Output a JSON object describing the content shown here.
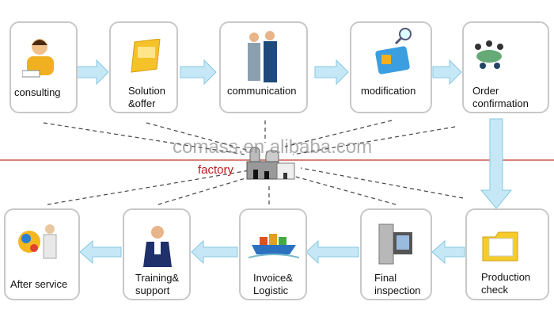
{
  "steps_top": [
    {
      "label": "consulting",
      "icon": "operator-headset-icon"
    },
    {
      "label": "Solution\n&offer",
      "icon": "folder-icon"
    },
    {
      "label": "communication",
      "icon": "businessmen-icon"
    },
    {
      "label": "modification",
      "icon": "card-magnifier-icon"
    },
    {
      "label": "Order\nconfirmation",
      "icon": "meeting-table-icon"
    }
  ],
  "steps_bottom": [
    {
      "label": "After service",
      "icon": "service-team-icon"
    },
    {
      "label": "Training&\nsupport",
      "icon": "presenter-icon"
    },
    {
      "label": "Invoice&\nLogistic",
      "icon": "cargo-ship-icon"
    },
    {
      "label": "Final\ninspection",
      "icon": "inspection-machine-icon"
    },
    {
      "label": "Production\ncheck",
      "icon": "open-folder-icon"
    }
  ],
  "center": {
    "label": "factory",
    "icon": "factory-icon"
  },
  "watermark": "comass.en.alibaba.com",
  "colors": {
    "arrow": "#bfe6f5",
    "arrow_border": "#7fc6e3",
    "center_label": "#c0181a",
    "red_line": "#c0392b"
  }
}
